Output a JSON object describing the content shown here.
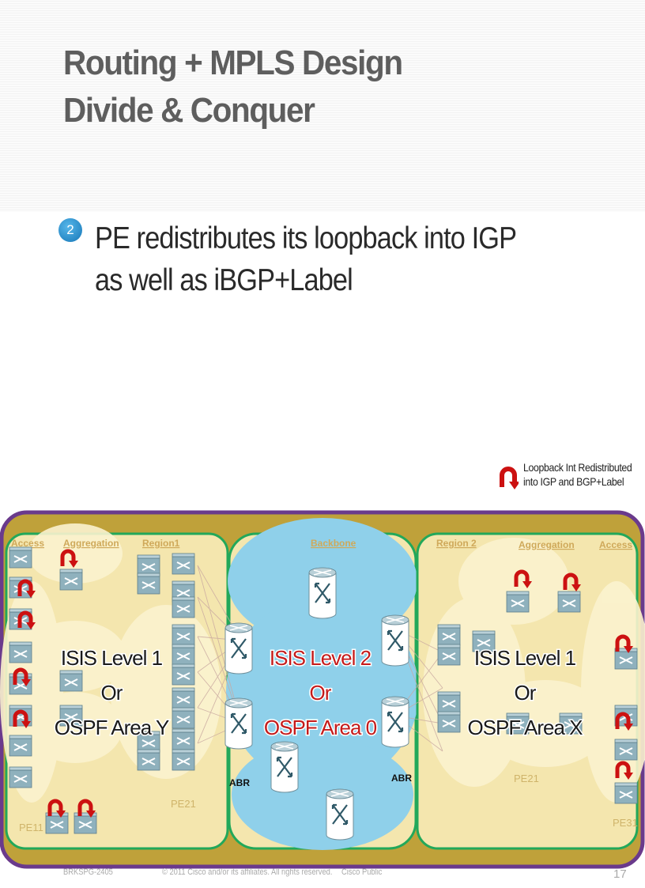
{
  "slide": {
    "title_line1": "Routing + MPLS Design",
    "title_line2": "Divide & Conquer",
    "bullet_number": "2",
    "bullet_text": "PE redistributes its loopback into IGP as well as iBGP+Label"
  },
  "legend": {
    "line1": "Loopback Int Redistributed",
    "line2": "into IGP and BGP+Label"
  },
  "diagram": {
    "left_region": {
      "labels": [
        "Access",
        "Aggregation",
        "Region1"
      ],
      "protocol_line1": "ISIS Level 1",
      "protocol_line2": "Or",
      "protocol_line3": "OSPF Area Y",
      "pe_labels": [
        "PE11",
        "PE21"
      ]
    },
    "backbone": {
      "label": "Backbone",
      "protocol_line1": "ISIS Level 2",
      "protocol_line2": "Or",
      "protocol_line3": "OSPF Area 0",
      "abr_left": "ABR",
      "abr_right": "ABR"
    },
    "right_region": {
      "labels": [
        "Region 2",
        "Aggregation",
        "Access"
      ],
      "protocol_line1": "ISIS Level 1",
      "protocol_line2": "Or",
      "protocol_line3": "OSPF Area X",
      "pe_labels": [
        "PE21",
        "PE31"
      ]
    }
  },
  "footer": {
    "session": "BRKSPG-2405",
    "copyright": "© 2011 Cisco and/or its affiliates. All rights reserved.",
    "classification": "Cisco Public",
    "page": "17"
  },
  "colors": {
    "outer_border": "#6a3a8c",
    "outer_fill": "#bfa13a",
    "region_fill": "#f4e6ae",
    "backbone_cloud": "#8fd0ea",
    "region_border": "#22a85a",
    "backbone_text": "#c41a1a",
    "loopback_arrow": "#cc1111",
    "router": "#8fb1bd"
  }
}
